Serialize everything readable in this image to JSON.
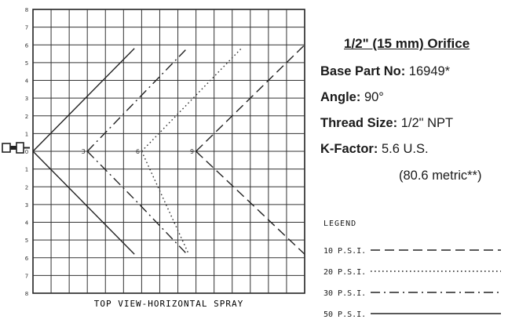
{
  "chart_data": {
    "type": "line",
    "title": "",
    "xlabel": "TOP VIEW-HORIZONTAL SPRAY",
    "ylabel": "",
    "xlim": [
      0,
      15
    ],
    "ylim": [
      -8,
      8
    ],
    "grid": true,
    "y_tick_labels": [
      "8",
      "7",
      "6",
      "5",
      "4",
      "3",
      "2",
      "1",
      "0",
      "1",
      "2",
      "3",
      "4",
      "5",
      "6",
      "7",
      "8"
    ],
    "x_point_labels": [
      "3",
      "6",
      "9"
    ],
    "series": [
      {
        "name": "50 P.S.I.",
        "style": "solid",
        "color": "#222222",
        "points": [
          [
            0,
            0
          ],
          [
            5.6,
            5.8
          ]
        ],
        "points_lower": [
          [
            0,
            0
          ],
          [
            5.6,
            -5.8
          ]
        ]
      },
      {
        "name": "30 P.S.I.",
        "style": "dashdot",
        "color": "#222222",
        "points": [
          [
            3,
            0
          ],
          [
            8.5,
            5.8
          ]
        ],
        "points_lower": [
          [
            3,
            0
          ],
          [
            5.6,
            -2.7
          ],
          [
            8.5,
            -5.8
          ]
        ]
      },
      {
        "name": "20 P.S.I.",
        "style": "dotted",
        "color": "#333333",
        "points": [
          [
            6,
            0
          ],
          [
            11.5,
            5.8
          ]
        ],
        "points_lower": [
          [
            6,
            0
          ],
          [
            8.6,
            -5.8
          ]
        ]
      },
      {
        "name": "10 P.S.I.",
        "style": "dashed",
        "color": "#222222",
        "points": [
          [
            9,
            0
          ],
          [
            15,
            6
          ]
        ],
        "points_lower": [
          [
            9,
            0
          ],
          [
            15,
            -5.8
          ]
        ]
      }
    ]
  },
  "info": {
    "title": "1/2\" (15 mm) Orifice",
    "base_part_label": "Base Part No:",
    "base_part_value": "16949*",
    "angle_label": "Angle:",
    "angle_value": "90°",
    "thread_label": "Thread Size:",
    "thread_value": "1/2\" NPT",
    "kfactor_label": "K-Factor:",
    "kfactor_value": "5.6 U.S.",
    "metric_note": "(80.6 metric**)"
  },
  "legend": {
    "title": "LEGEND",
    "items": [
      {
        "label": "10 P.S.I.",
        "style": "dashed"
      },
      {
        "label": "20 P.S.I.",
        "style": "dotted"
      },
      {
        "label": "30 P.S.I.",
        "style": "dashdot"
      },
      {
        "label": "50 P.S.I.",
        "style": "solid"
      }
    ]
  }
}
